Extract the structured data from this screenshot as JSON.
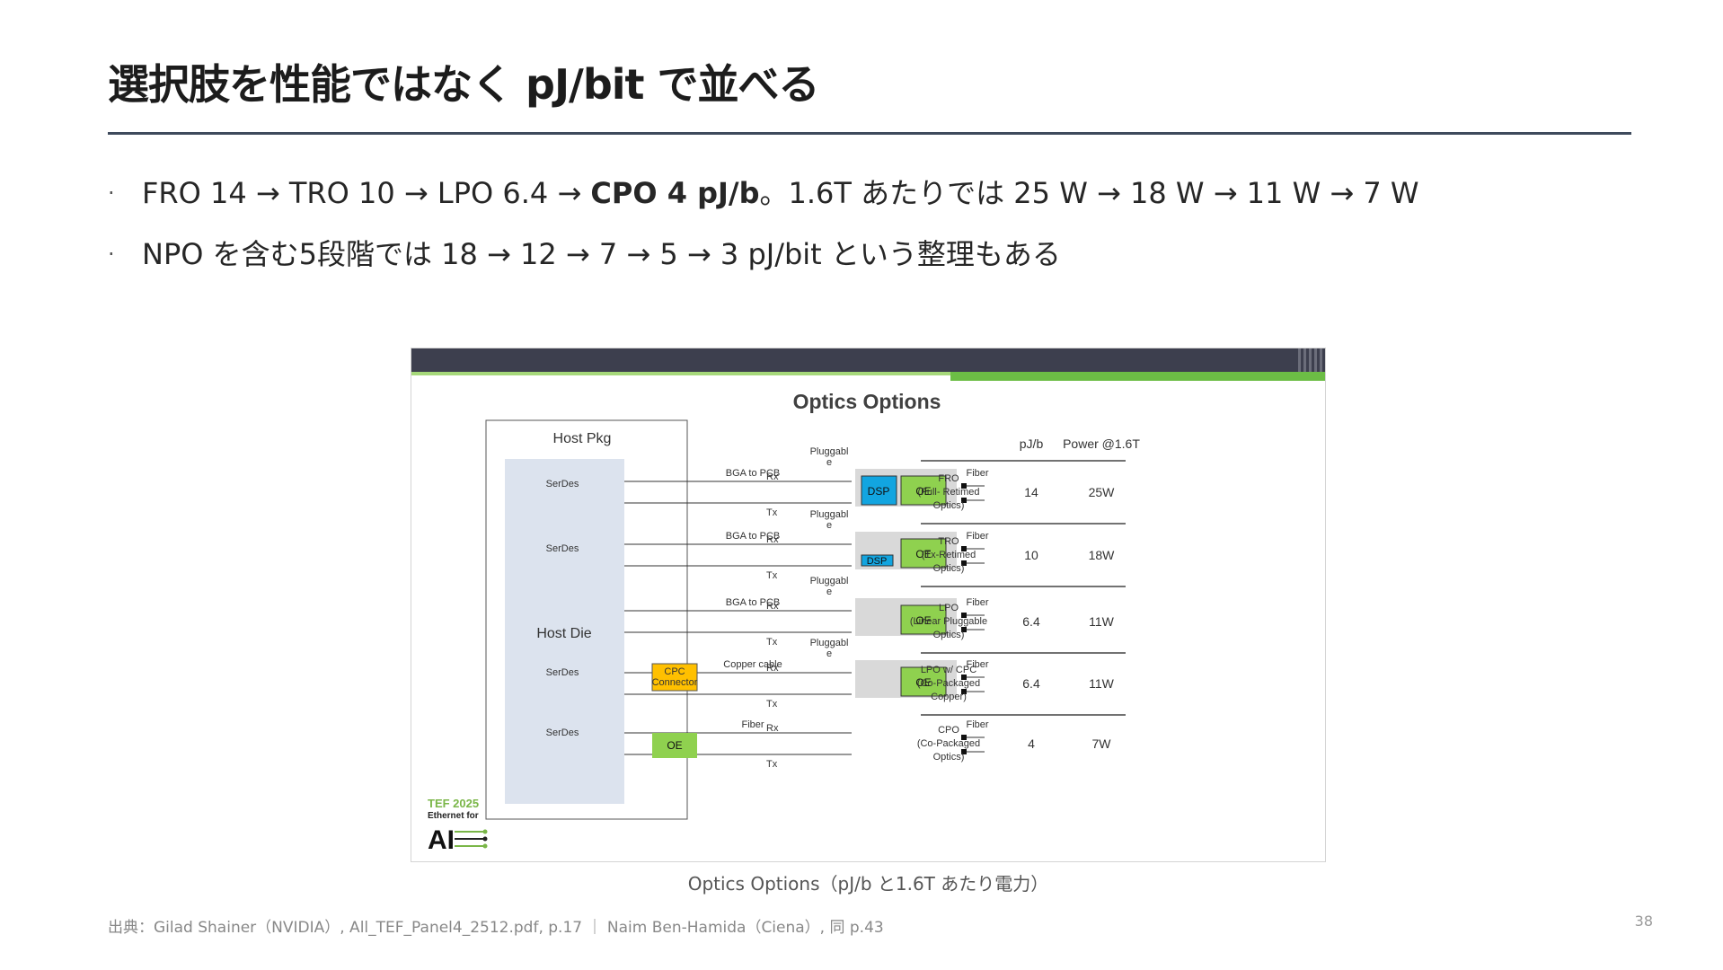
{
  "slide": {
    "title": "選択肢を性能ではなく pJ/bit で並べる",
    "bullets": [
      {
        "before": "FRO 14 → TRO 10 → LPO 6.4 → ",
        "bold": "CPO 4 pJ/b",
        "after": "。1.6T あたりでは 25 W → 18 W → 11 W → 7 W"
      },
      {
        "before": "NPO を含む5段階では 18 → 12 → 7 → 5 → 3 pJ/bit という整理もある",
        "bold": "",
        "after": ""
      }
    ],
    "caption": "Optics Options（pJ/b と1.6T あたり電力）",
    "source": "出典：Gilad Shainer（NVIDIA）, All_TEF_Panel4_2512.pdf, p.17 ｜ Naim Ben-Hamida（Ciena）, 同 p.43",
    "page_number": "38"
  },
  "figure": {
    "title": "Optics Options",
    "host_pkg_label": "Host Pkg",
    "host_die_label": "Host Die",
    "serdes_label": "SerDes",
    "cpc_label_1": "CPC",
    "cpc_label_2": "Connector",
    "oe_label": "OE",
    "dsp_label": "DSP",
    "rx_label": "Rx",
    "tx_label": "Tx",
    "fiber_label": "Fiber",
    "pluggable_label_1": "Pluggabl",
    "pluggable_label_2": "e",
    "col_pjb": "pJ/b",
    "col_power": "Power @1.6T",
    "rows": [
      {
        "link": "BGA to PCB",
        "name_lines": [
          "FRO",
          "(Full- Retimed",
          "Optics)"
        ],
        "pjb": "14",
        "power": "25W"
      },
      {
        "link": "BGA to PCB",
        "name_lines": [
          "TRO",
          "(Tx-Retimed",
          "Optics)"
        ],
        "pjb": "10",
        "power": "18W"
      },
      {
        "link": "BGA to PCB",
        "name_lines": [
          "LPO",
          "(Linear Pluggable",
          "Optics)"
        ],
        "pjb": "6.4",
        "power": "11W"
      },
      {
        "link": "Copper cable",
        "name_lines": [
          "LPO w/ CPC",
          "(Co-Packaged",
          "Copper)"
        ],
        "pjb": "6.4",
        "power": "11W"
      },
      {
        "link": "Fiber",
        "name_lines": [
          "CPO",
          "(Co-Packaged",
          "Optics)"
        ],
        "pjb": "4",
        "power": "7W"
      }
    ],
    "logo_text_1": "TEF 2025",
    "logo_text_2": "Ethernet for",
    "logo_text_3": "AI",
    "colors": {
      "oe_green": "#8fd14f",
      "dsp_blue": "#12a5e0",
      "cpc_yellow": "#ffc000",
      "host_die": "#dce3ee",
      "pluggable_gray": "#d9d9d9"
    }
  }
}
